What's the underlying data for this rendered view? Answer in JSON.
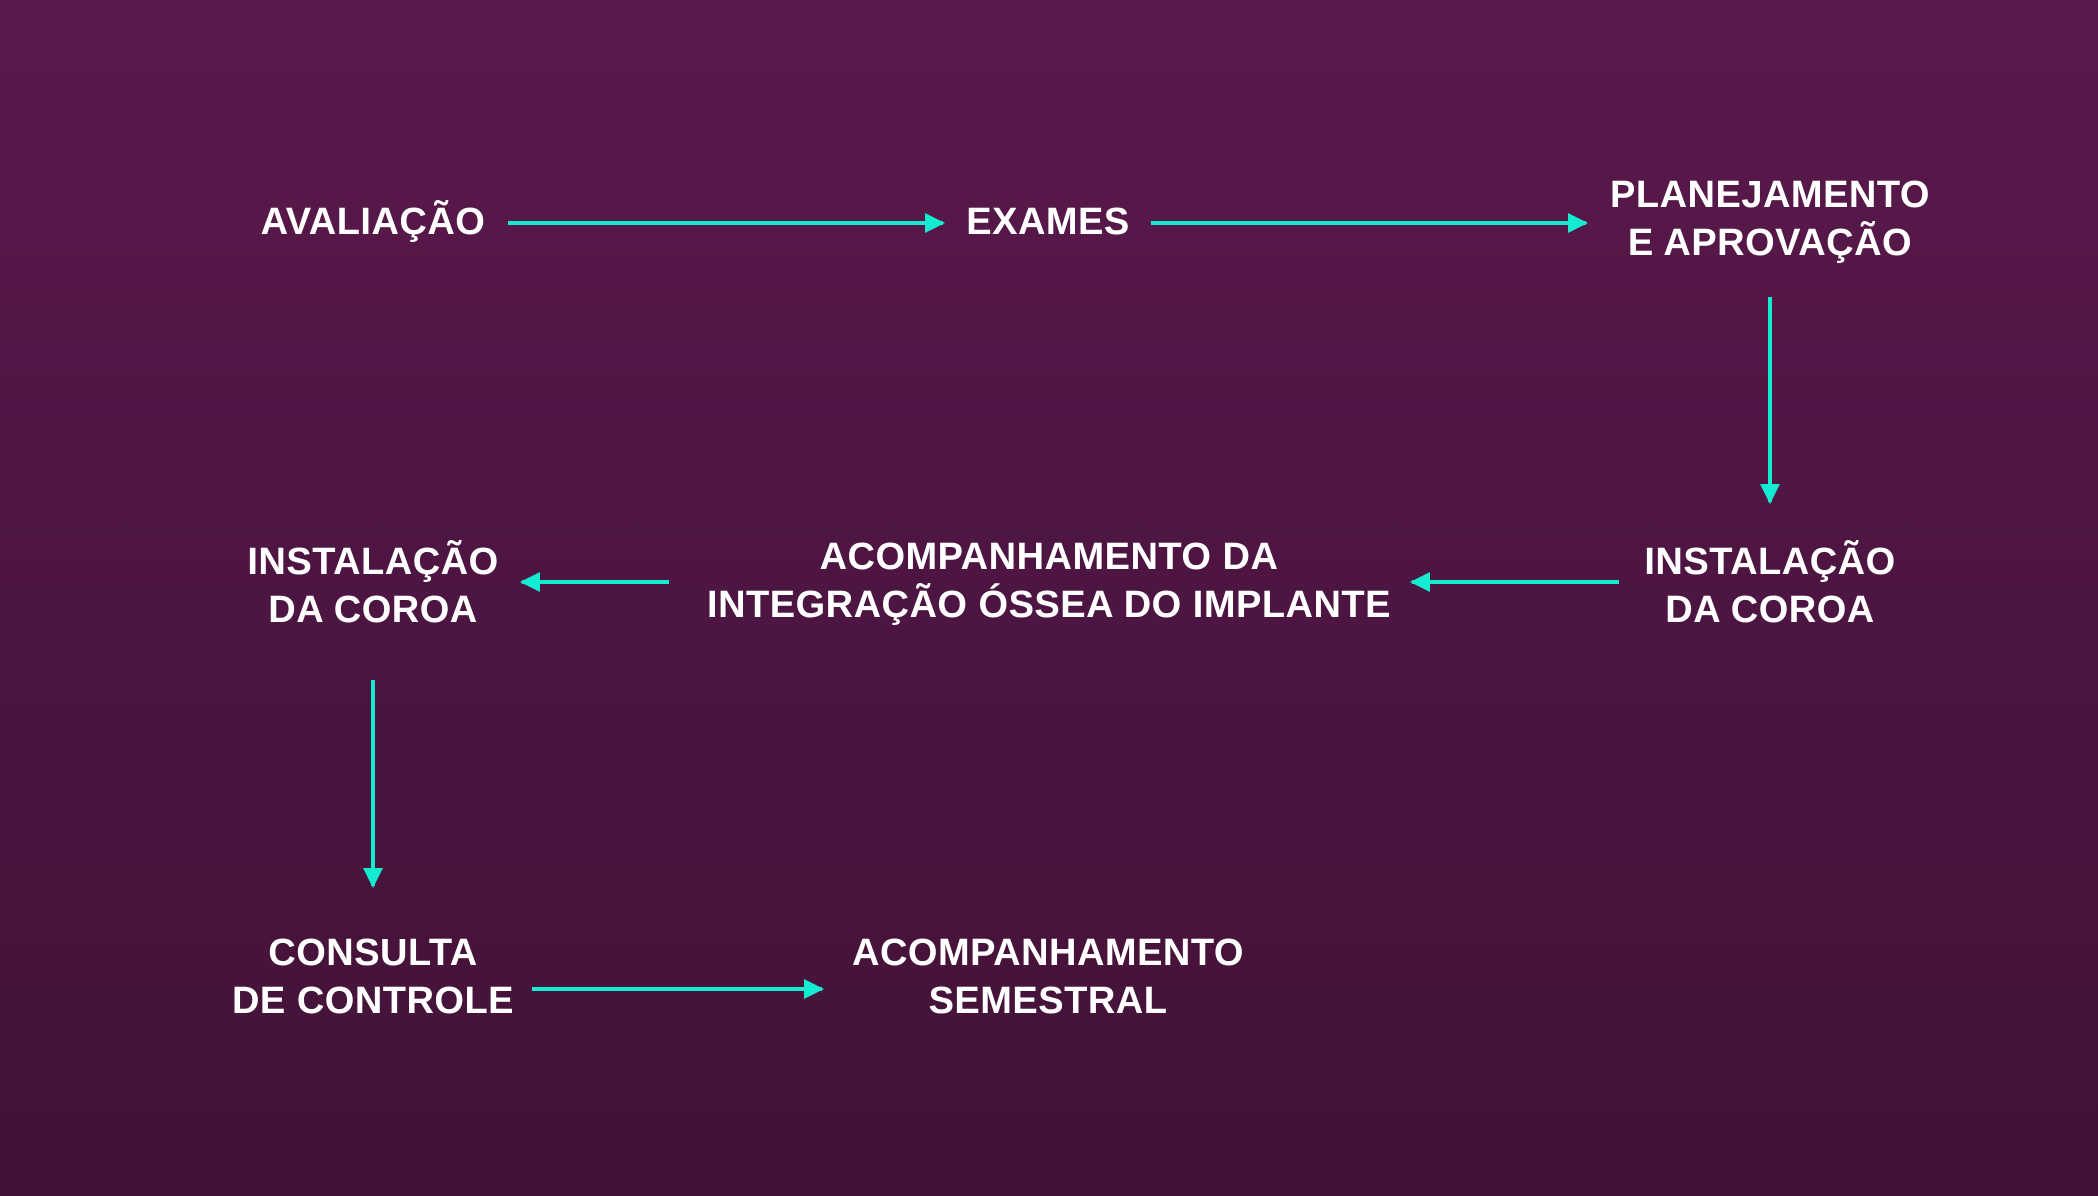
{
  "colors": {
    "arrow": "#14ecd2",
    "text": "#ffffff"
  },
  "nodes": {
    "avaliacao": [
      "AVALIAÇÃO"
    ],
    "exames": [
      "EXAMES"
    ],
    "planejamento": [
      "PLANEJAMENTO",
      "E APROVAÇÃO"
    ],
    "instalacao_right": [
      "INSTALAÇÃO",
      "DA COROA"
    ],
    "acompanhamento_integracao": [
      "ACOMPANHAMENTO DA",
      "INTEGRAÇÃO ÓSSEA DO IMPLANTE"
    ],
    "instalacao_left": [
      "INSTALAÇÃO",
      "DA COROA"
    ],
    "consulta": [
      "CONSULTA",
      "DE CONTROLE"
    ],
    "acompanhamento_semestral": [
      "ACOMPANHAMENTO",
      "SEMESTRAL"
    ]
  }
}
